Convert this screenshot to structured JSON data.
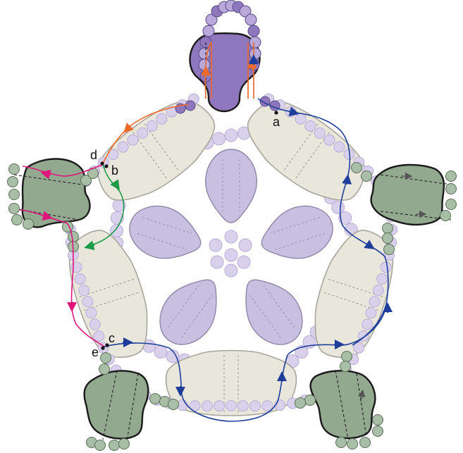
{
  "colors": {
    "purple_top": "#8e77bc",
    "purple_light": "#c9bfe0",
    "purple_bead": "#d9d1ec",
    "green_unit": "#93a98f",
    "green_bead": "#a9bea6",
    "beige_unit": "#e9e6dc",
    "orange_path": "#f06a2a",
    "green_path": "#1c9a48",
    "pink_path": "#e0157d",
    "blue_path": "#1f3e9a",
    "outline": "#1a1a1a"
  },
  "labels": {
    "a": "a",
    "b": "b",
    "c": "c",
    "d": "d",
    "e": "e"
  }
}
